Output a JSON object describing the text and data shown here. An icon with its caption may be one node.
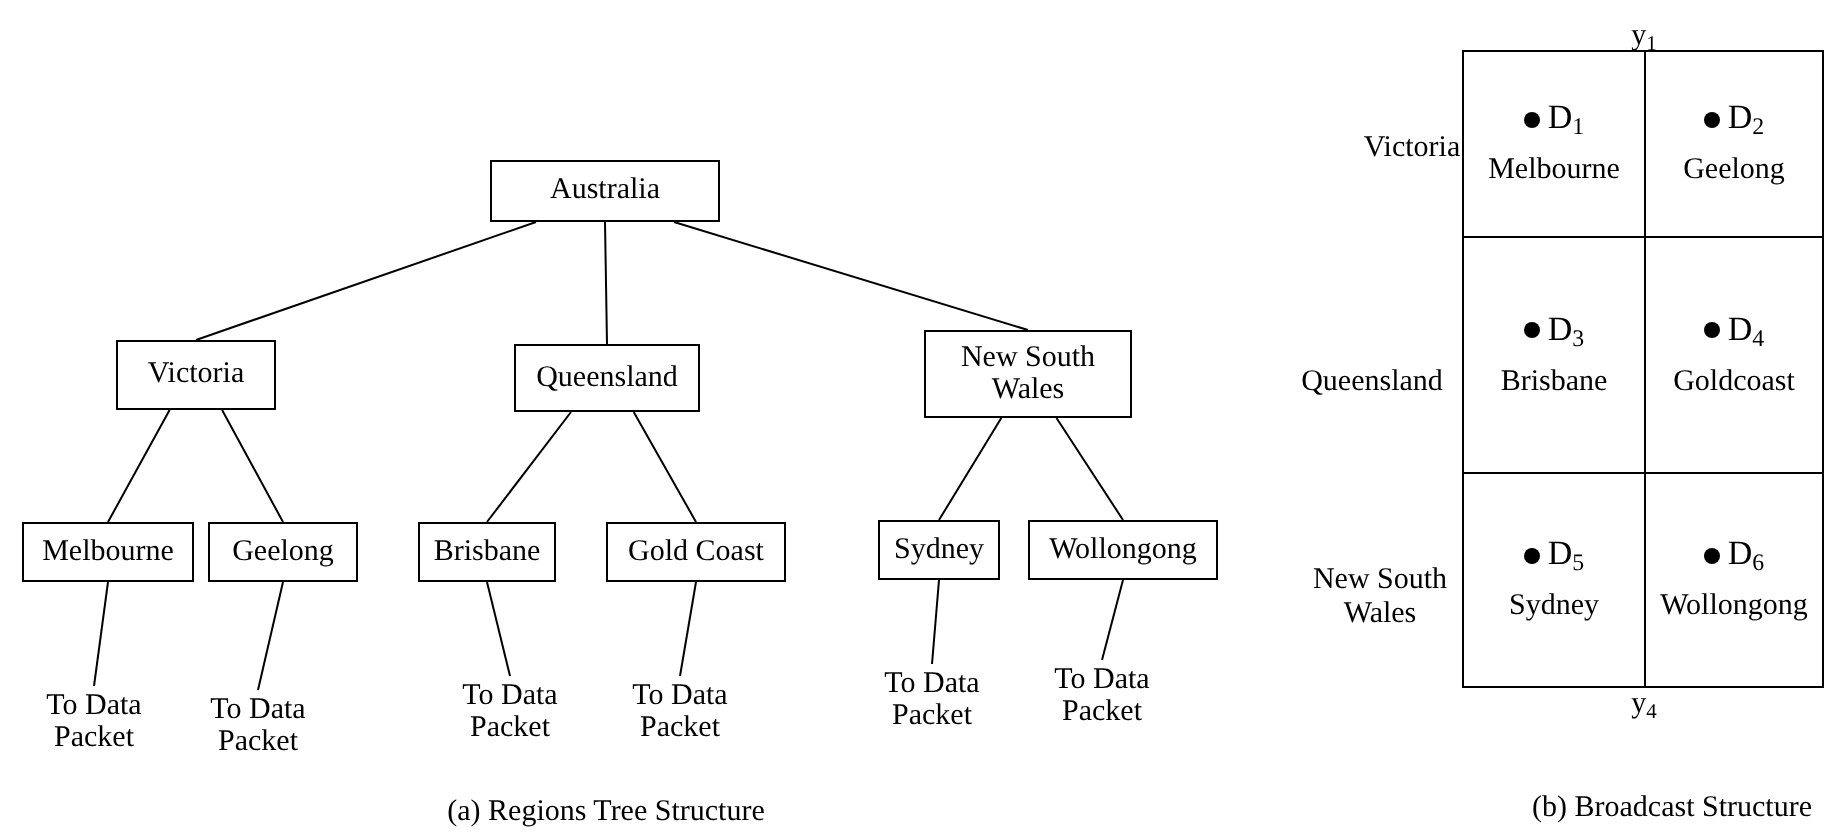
{
  "diagram": {
    "nodes": [
      {
        "text": [
          "Australia"
        ]
      },
      {
        "text": [
          "Victoria"
        ]
      },
      {
        "text": [
          "Queensland"
        ]
      },
      {
        "text": [
          "New South Wales"
        ]
      },
      {
        "text": [
          "Melbourne"
        ]
      },
      {
        "text": [
          "Geelong"
        ]
      },
      {
        "text": [
          "Brisbane"
        ]
      },
      {
        "text": [
          "Gold Coast"
        ]
      },
      {
        "text": [
          "Sydney"
        ]
      },
      {
        "text": [
          "Wollongong"
        ]
      },
      {
        "text": [
          "To Data Packet"
        ]
      },
      {
        "text": [
          "To Data Packet"
        ]
      },
      {
        "text": [
          "To Data Packet"
        ]
      },
      {
        "text": [
          "To Data Packet"
        ]
      },
      {
        "text": [
          "To Data Packet"
        ]
      },
      {
        "text": [
          "To Data Packet"
        ]
      },
      {
        "text": [
          "D$_{1}$",
          "Melbourne"
        ]
      },
      {
        "text": [
          "D$_{2}$",
          "Geelong"
        ]
      },
      {
        "text": [
          "D$_{3}$",
          "Brisbane"
        ]
      },
      {
        "text": [
          "D$_{4}$",
          "Goldcoast"
        ]
      },
      {
        "text": [
          "D$_{5}$",
          "Sydney"
        ]
      },
      {
        "text": [
          "D$_{6}$",
          "Wollongong"
        ]
      }
    ],
    "edges": [
      {
        "from": 0,
        "to": 1,
        "arrow": "none"
      },
      {
        "from": 0,
        "to": 2,
        "arrow": "none"
      },
      {
        "from": 0,
        "to": 3,
        "arrow": "none"
      },
      {
        "from": 1,
        "to": 4,
        "arrow": "none"
      },
      {
        "from": 1,
        "to": 5,
        "arrow": "none"
      },
      {
        "from": 2,
        "to": 6,
        "arrow": "none"
      },
      {
        "from": 2,
        "to": 7,
        "arrow": "none"
      },
      {
        "from": 3,
        "to": 8,
        "arrow": "none"
      },
      {
        "from": 3,
        "to": 9,
        "arrow": "none"
      },
      {
        "from": 4,
        "to": 10,
        "arrow": "none"
      },
      {
        "from": 5,
        "to": 11,
        "arrow": "none"
      },
      {
        "from": 6,
        "to": 12,
        "arrow": "none"
      },
      {
        "from": 7,
        "to": 13,
        "arrow": "none"
      },
      {
        "from": 8,
        "to": 14,
        "arrow": "none"
      },
      {
        "from": 9,
        "to": 15,
        "arrow": "none"
      }
    ],
    "labels": [
      "y$_{1}$",
      "Victoria",
      "Queensland",
      "New South Wales",
      "y$_{4}$",
      "(a) Regions Tree Structure",
      "(b) Broadcast Structure"
    ]
  }
}
